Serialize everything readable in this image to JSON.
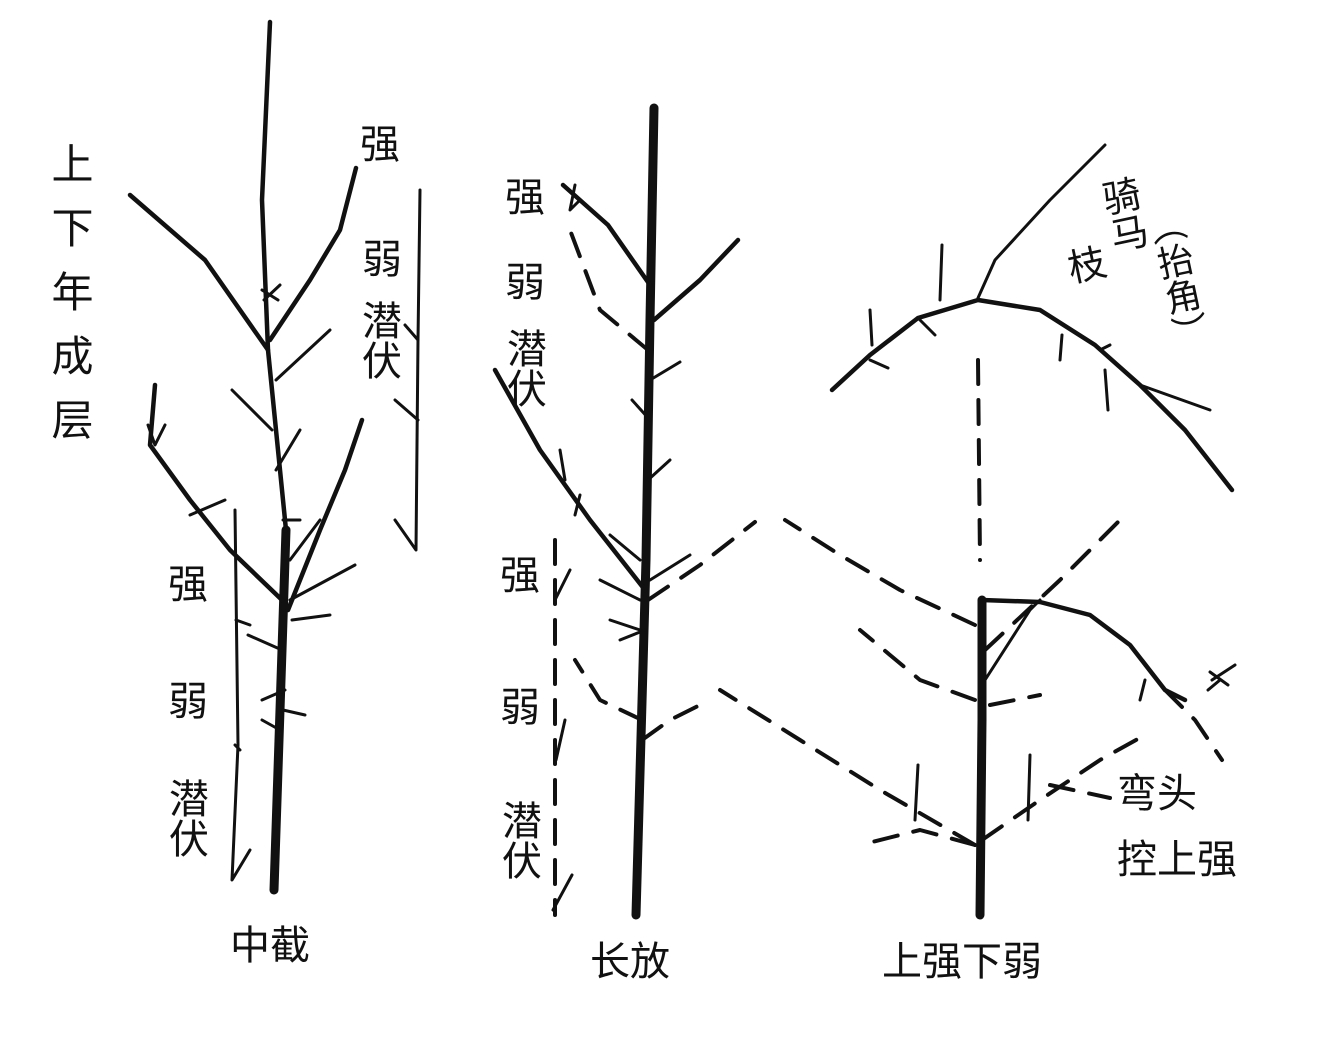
{
  "side_label": "上下年成层",
  "tree1": {
    "caption": "中截",
    "labels": {
      "top_strong": "强",
      "top_weak": "弱",
      "top_latent": "潜伏",
      "bot_strong": "强",
      "bot_weak": "弱",
      "bot_latent": "潜伏"
    }
  },
  "tree2": {
    "caption": "长放",
    "labels": {
      "top_strong": "强",
      "top_weak": "弱",
      "top_latent": "潜伏",
      "bot_strong": "强",
      "bot_weak": "弱",
      "bot_latent": "潜伏"
    }
  },
  "tree3": {
    "caption": "上强下弱",
    "annotation_top": "骑马枝（抬角）",
    "annotation_top_line1": "骑马",
    "annotation_top_line2": "枝",
    "annotation_top_paren": "（抬角）",
    "annotation_bottom_line1": "弯头",
    "annotation_bottom_line2": "控上强"
  }
}
